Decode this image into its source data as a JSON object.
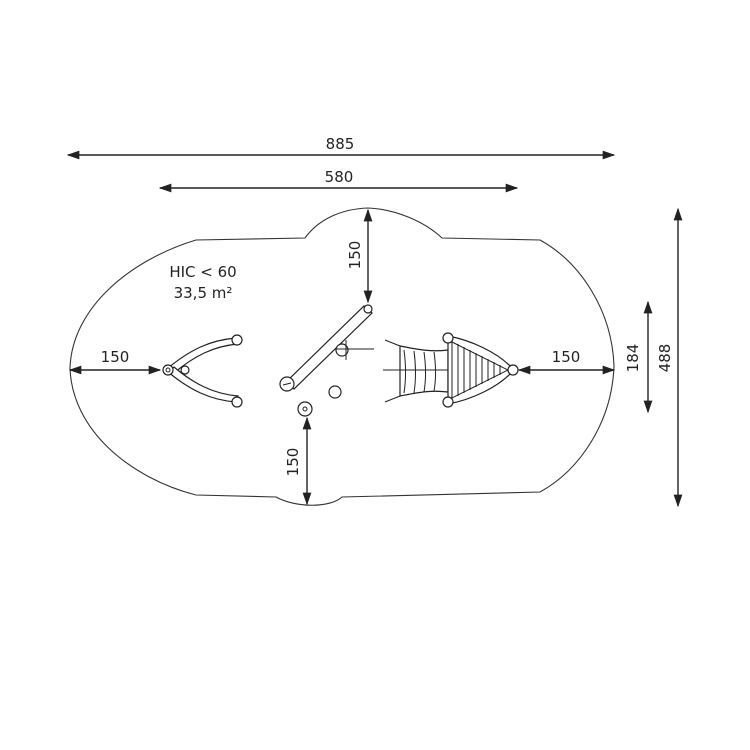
{
  "dimensions": {
    "overall_width": "885",
    "frame_width": "580",
    "top_clearance": "150",
    "bottom_clearance": "150",
    "left_clearance": "150",
    "right_clearance": "150",
    "frame_depth": "184",
    "overall_depth": "488"
  },
  "info": {
    "hic": "HIC < 60",
    "area": "33,5 m²"
  }
}
